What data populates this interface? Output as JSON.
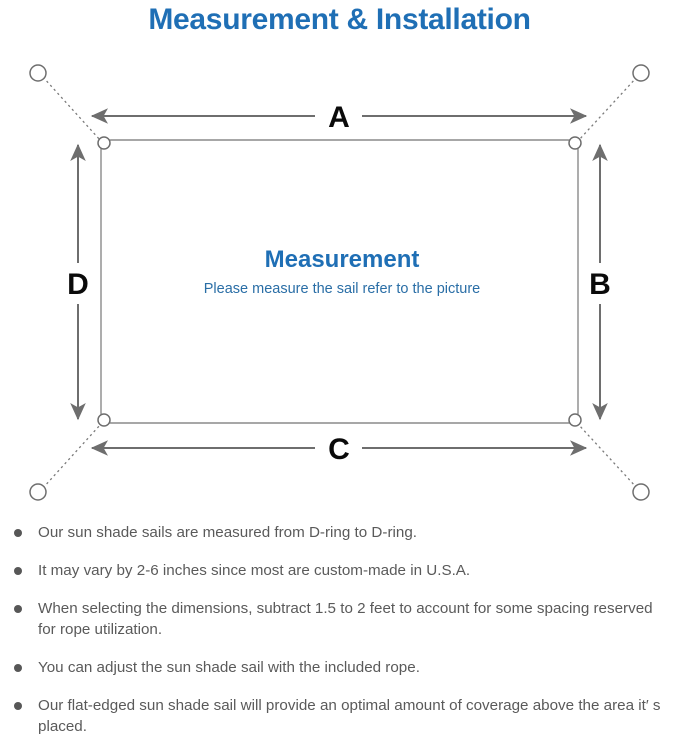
{
  "page": {
    "title": "Measurement & Installation",
    "background_color": "#ffffff"
  },
  "colors": {
    "brand_blue": "#1f6fb5",
    "sub_blue": "#2a6ea6",
    "line_gray": "#6e6e6e",
    "text_gray": "#5a5a5a",
    "label_black": "#0a0a0a"
  },
  "diagram": {
    "name": "sun-shade-sail-measurement-diagram",
    "center": {
      "heading": "Measurement",
      "subheading": "Please measure the sail refer to the picture"
    },
    "dimension_labels": {
      "top": "A",
      "right": "B",
      "bottom": "C",
      "left": "D"
    },
    "corner_rings": [
      {
        "name": "d-ring-top-left",
        "position": "top-left"
      },
      {
        "name": "d-ring-top-right",
        "position": "top-right"
      },
      {
        "name": "d-ring-bottom-right",
        "position": "bottom-right"
      },
      {
        "name": "d-ring-bottom-left",
        "position": "bottom-left"
      }
    ],
    "anchor_points": [
      {
        "name": "anchor-point-top-left",
        "position": "top-left"
      },
      {
        "name": "anchor-point-top-right",
        "position": "top-right"
      },
      {
        "name": "anchor-point-bottom-right",
        "position": "bottom-right"
      },
      {
        "name": "anchor-point-bottom-left",
        "position": "bottom-left"
      }
    ],
    "ropes": [
      {
        "name": "rope-top-left",
        "style": "dotted"
      },
      {
        "name": "rope-top-right",
        "style": "dotted"
      },
      {
        "name": "rope-bottom-right",
        "style": "dotted"
      },
      {
        "name": "rope-bottom-left",
        "style": "dotted"
      }
    ]
  },
  "notes": [
    "Our sun shade sails are measured from D-ring to D-ring.",
    "It may vary by 2-6 inches since most are custom-made in U.S.A.",
    "When selecting the dimensions, subtract 1.5 to 2 feet to account for some spacing reserved for rope utilization.",
    "You can adjust the sun shade sail with the included rope.",
    "Our flat-edged sun shade sail will provide an optimal amount of coverage above the area it′ s placed."
  ]
}
